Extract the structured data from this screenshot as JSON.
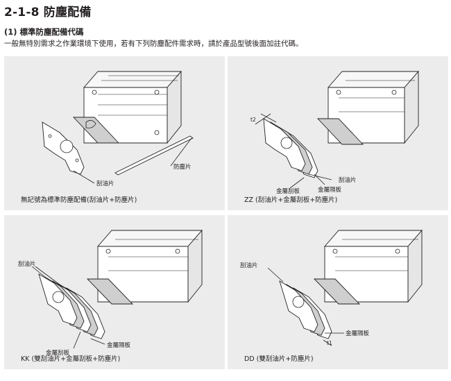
{
  "heading": {
    "title": "2-1-8 防塵配備",
    "subtitle": "(1) 標準防塵配備代碼",
    "description": "一般無特別需求之作業環境下使用，若有下列防塵配件需求時，請於產品型號後面加註代碼。"
  },
  "panels": [
    {
      "caption": "無記號為標準防塵配備(刮油片+防塵片)",
      "labels": {
        "dust_strip": "防塵片",
        "scraper": "刮油片"
      }
    },
    {
      "caption": "ZZ (刮油片+金屬刮板+防塵片)",
      "labels": {
        "thickness": "t2",
        "scraper": "刮油片",
        "metal_scraper": "金屬刮板",
        "spacer": "金屬隔板"
      }
    },
    {
      "caption": "KK (雙刮油片+金屬刮板+防塵片)",
      "labels": {
        "scraper": "刮油片",
        "spacer": "金屬隔板",
        "metal_scraper": "金屬刮板"
      }
    },
    {
      "caption": "DD (雙刮油片+防塵片)",
      "labels": {
        "scraper": "刮油片",
        "spacer": "金屬隔板",
        "thickness": "t1"
      }
    }
  ]
}
